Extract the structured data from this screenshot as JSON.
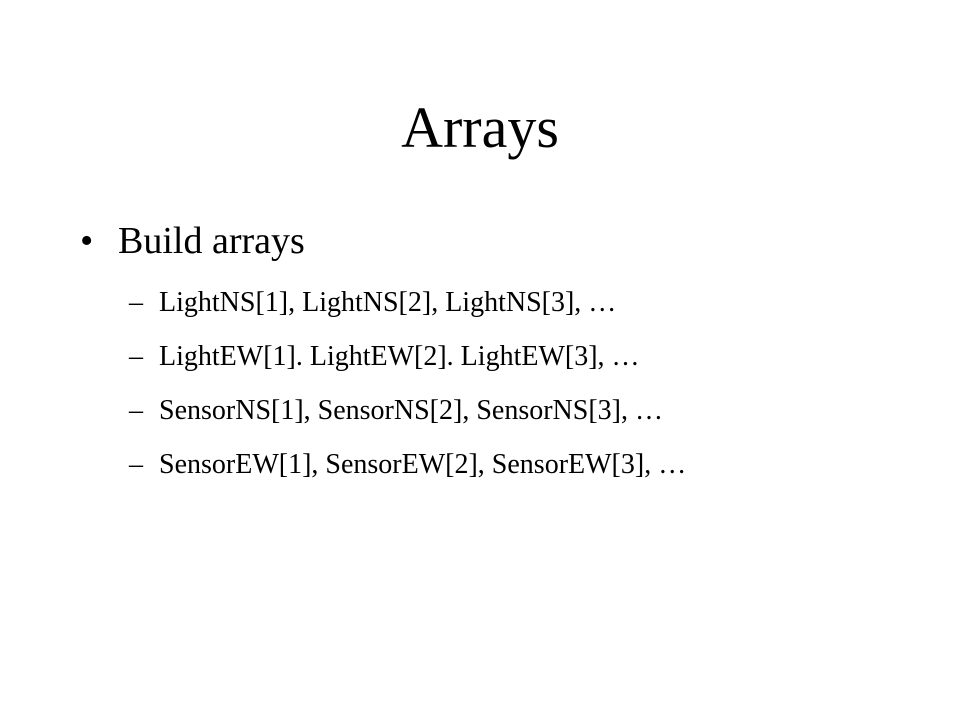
{
  "slide": {
    "title": "Arrays",
    "bullet": {
      "marker": "•",
      "text": "Build arrays"
    },
    "sub_marker": "–",
    "sub_items": [
      "LightNS[1], LightNS[2], LightNS[3], …",
      "LightEW[1]. LightEW[2]. LightEW[3], …",
      "SensorNS[1], SensorNS[2], SensorNS[3], …",
      "SensorEW[1], SensorEW[2], SensorEW[3], …"
    ]
  }
}
